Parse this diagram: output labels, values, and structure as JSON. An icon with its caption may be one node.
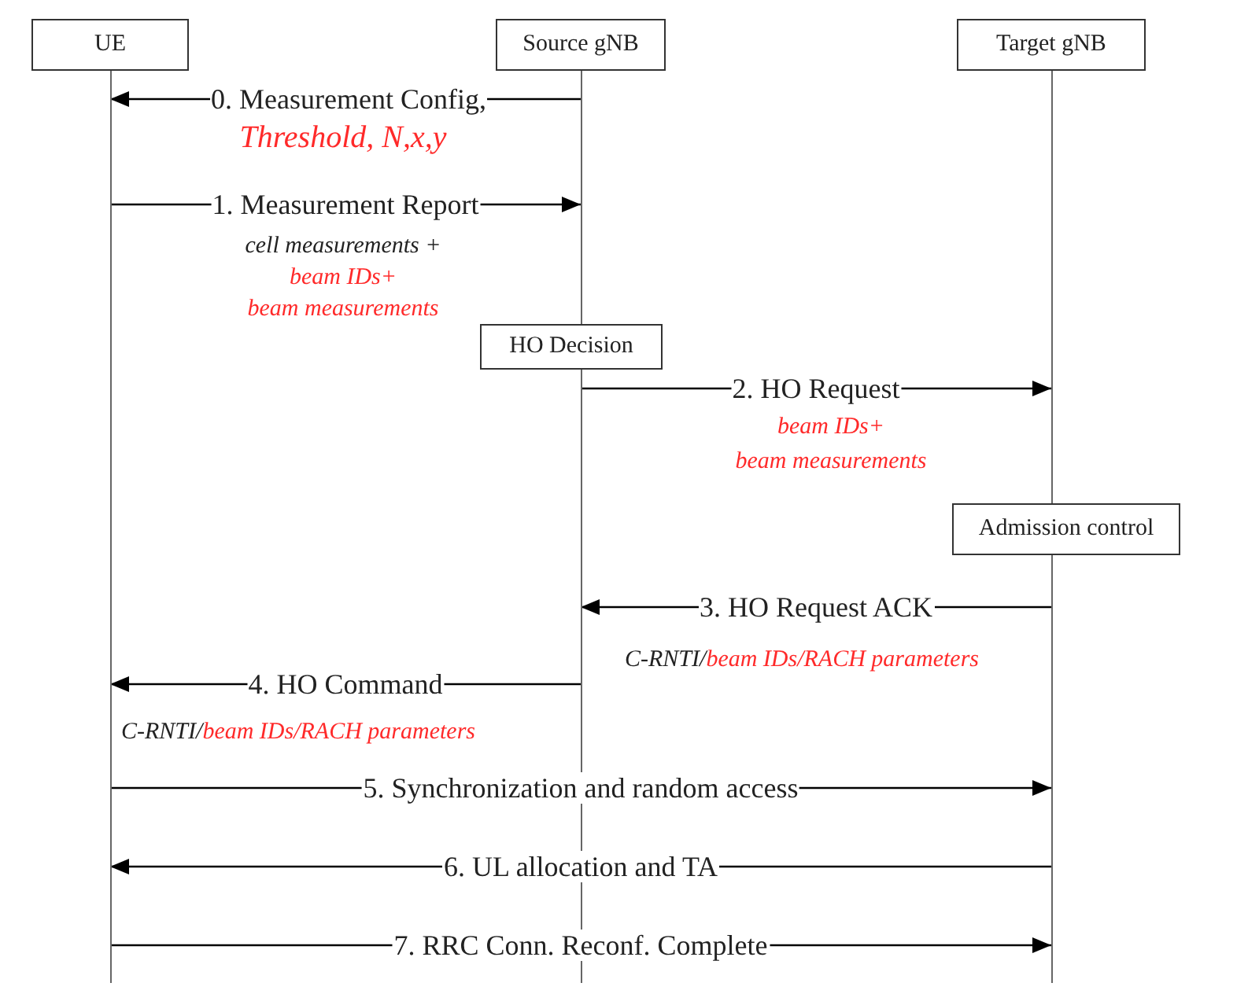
{
  "diagram": {
    "nodes": [
      {
        "text": [
          "UE"
        ]
      },
      {
        "text": [
          "Source gNB"
        ]
      },
      {
        "text": [
          "Target gNB"
        ]
      },
      {
        "text": [
          "HO Decision"
        ]
      },
      {
        "text": [
          "Admission control"
        ]
      }
    ],
    "edges": [
      {
        "from": 1,
        "to": 0,
        "arrow": "to",
        "label": "0. Measurement Config,"
      },
      {
        "from": 0,
        "to": 1,
        "arrow": "to",
        "label": "1. Measurement Report"
      },
      {
        "from": 1,
        "to": 2,
        "arrow": "to",
        "label": "2. HO Request"
      },
      {
        "from": 2,
        "to": 1,
        "arrow": "to",
        "label": "3. HO Request ACK"
      },
      {
        "from": 1,
        "to": 0,
        "arrow": "to",
        "label": "4. HO Command"
      },
      {
        "from": 0,
        "to": 2,
        "arrow": "to",
        "label": "5. Synchronization and random access"
      },
      {
        "from": 2,
        "to": 0,
        "arrow": "to",
        "label": "6. UL allocation and TA"
      },
      {
        "from": 0,
        "to": 2,
        "arrow": "to",
        "label": "7. RRC Conn. Reconf. Complete"
      }
    ],
    "labels": [
      "Threshold, N,x,y",
      "cell measurements +",
      "beam IDs+",
      "beam measurements",
      "beam IDs+",
      "beam measurements",
      "C-RNTI/",
      "beam IDs/RACH parameters",
      "C-RNTI/",
      "beam IDs/RACH parameters"
    ]
  }
}
